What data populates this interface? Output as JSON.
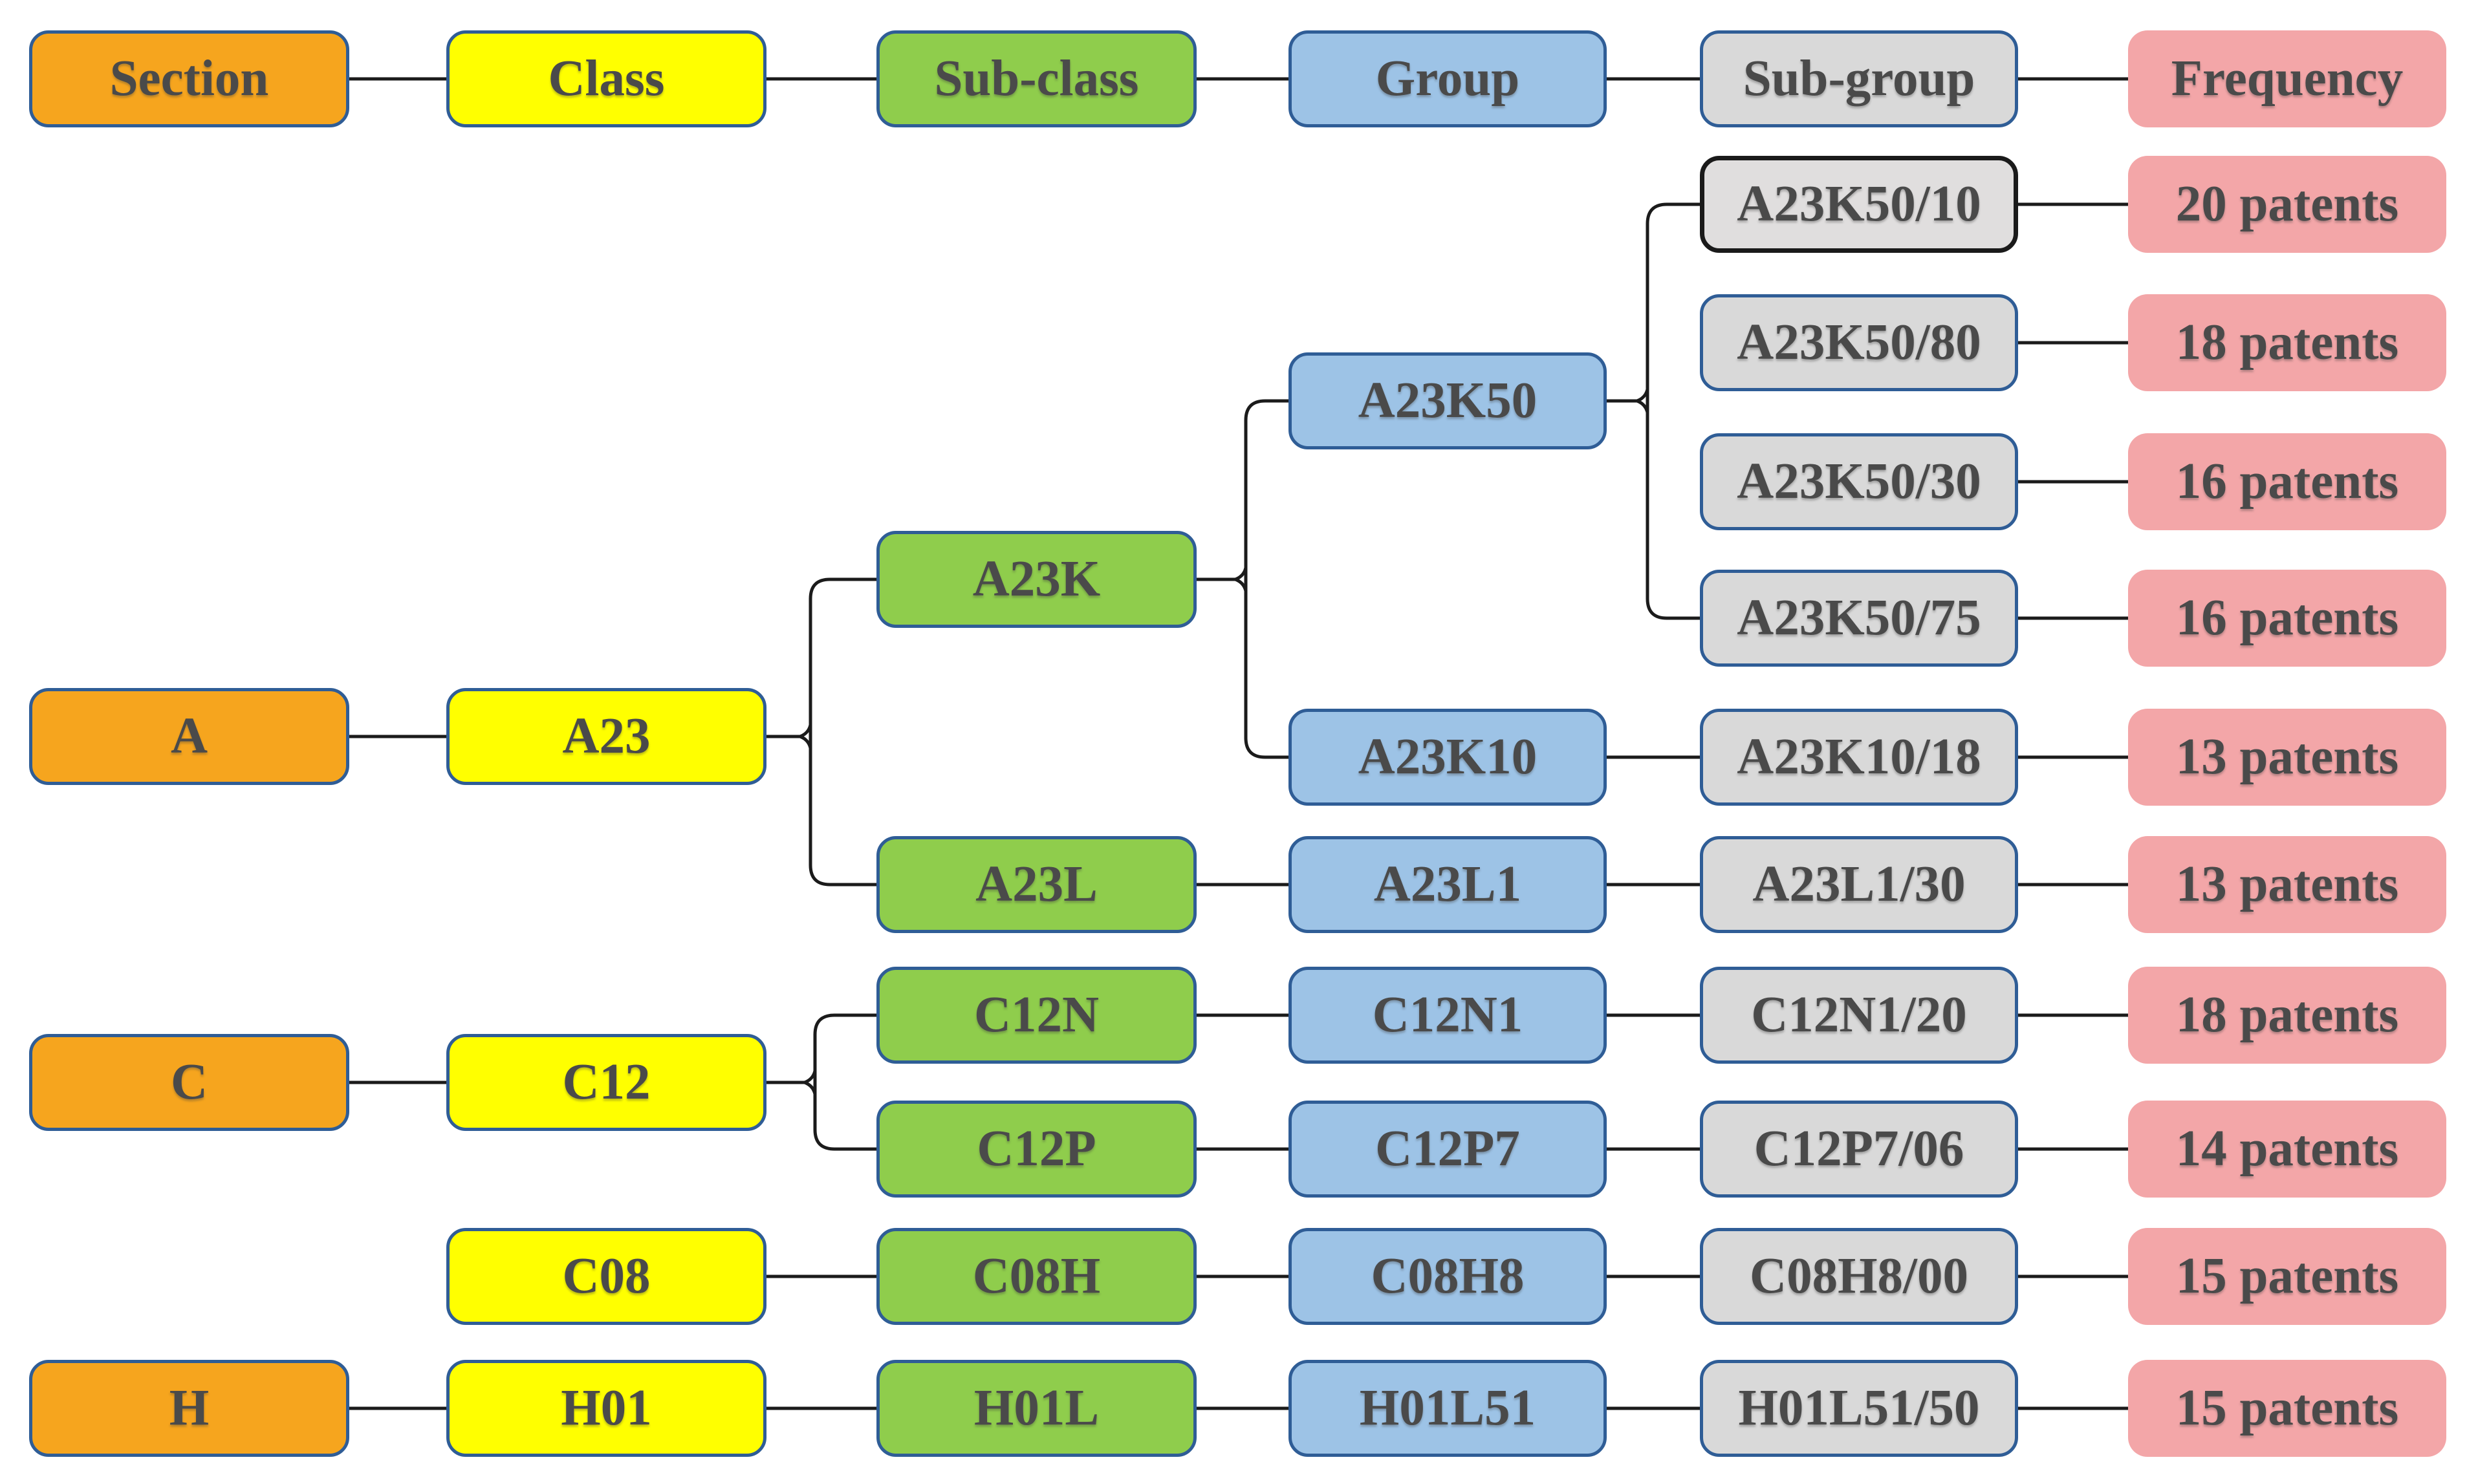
{
  "diagram": {
    "description": "IPC patent classification hierarchy with patent frequencies",
    "colors": {
      "section_fill": "#F6A51E",
      "class_fill": "#FFFF00",
      "subclass_fill": "#8FCD4C",
      "group_fill": "#9DC3E6",
      "subgroup_fill": "#D9D9D9",
      "frequency_fill": "#F3A6A8",
      "border_blue": "#2F5D96",
      "highlight_border_black": "#1A1A1A",
      "connector": "#1B1B1B",
      "text": "#4A4A4A"
    },
    "headers": {
      "section": "Section",
      "class": "Class",
      "subclass": "Sub-class",
      "group": "Group",
      "subgroup": "Sub-group",
      "frequency": "Frequency"
    },
    "nodes": {
      "a": {
        "label": "A"
      },
      "a23": {
        "label": "A23"
      },
      "a23k": {
        "label": "A23K"
      },
      "a23l": {
        "label": "A23L"
      },
      "a23k50": {
        "label": "A23K50"
      },
      "a23k10": {
        "label": "A23K10"
      },
      "a23l1": {
        "label": "A23L1"
      },
      "a23k50_10": {
        "label": "A23K50/10"
      },
      "a23k50_80": {
        "label": "A23K50/80"
      },
      "a23k50_30": {
        "label": "A23K50/30"
      },
      "a23k50_75": {
        "label": "A23K50/75"
      },
      "a23k10_18": {
        "label": "A23K10/18"
      },
      "a23l1_30": {
        "label": "A23L1/30"
      },
      "f_a23k50_10": {
        "label": "20 patents"
      },
      "f_a23k50_80": {
        "label": "18 patents"
      },
      "f_a23k50_30": {
        "label": "16 patents"
      },
      "f_a23k50_75": {
        "label": "16 patents"
      },
      "f_a23k10_18": {
        "label": "13 patents"
      },
      "f_a23l1_30": {
        "label": "13 patents"
      },
      "c": {
        "label": "C"
      },
      "c12": {
        "label": "C12"
      },
      "c12n": {
        "label": "C12N"
      },
      "c12p": {
        "label": "C12P"
      },
      "c12n1": {
        "label": "C12N1"
      },
      "c12p7": {
        "label": "C12P7"
      },
      "c12n1_20": {
        "label": "C12N1/20"
      },
      "c12p7_06": {
        "label": "C12P7/06"
      },
      "f_c12n1_20": {
        "label": "18 patents"
      },
      "f_c12p7_06": {
        "label": "14 patents"
      },
      "c08": {
        "label": "C08"
      },
      "c08h": {
        "label": "C08H"
      },
      "c08h8": {
        "label": "C08H8"
      },
      "c08h8_00": {
        "label": "C08H8/00"
      },
      "f_c08h8_00": {
        "label": "15 patents"
      },
      "h": {
        "label": "H"
      },
      "h01": {
        "label": "H01"
      },
      "h01l": {
        "label": "H01L"
      },
      "h01l51": {
        "label": "H01L51"
      },
      "h01l51_50": {
        "label": "H01L51/50"
      },
      "f_h01l51_50": {
        "label": "15 patents"
      }
    },
    "hierarchy": [
      {
        "section": "A",
        "classes": [
          {
            "code": "A23",
            "subclasses": [
              {
                "code": "A23K",
                "groups": [
                  {
                    "code": "A23K50",
                    "subgroups": [
                      {
                        "code": "A23K50/10",
                        "frequency": "20 patents"
                      },
                      {
                        "code": "A23K50/80",
                        "frequency": "18 patents"
                      },
                      {
                        "code": "A23K50/30",
                        "frequency": "16 patents"
                      },
                      {
                        "code": "A23K50/75",
                        "frequency": "16 patents"
                      }
                    ]
                  },
                  {
                    "code": "A23K10",
                    "subgroups": [
                      {
                        "code": "A23K10/18",
                        "frequency": "13 patents"
                      }
                    ]
                  }
                ]
              },
              {
                "code": "A23L",
                "groups": [
                  {
                    "code": "A23L1",
                    "subgroups": [
                      {
                        "code": "A23L1/30",
                        "frequency": "13 patents"
                      }
                    ]
                  }
                ]
              }
            ]
          }
        ]
      },
      {
        "section": "C",
        "classes": [
          {
            "code": "C12",
            "subclasses": [
              {
                "code": "C12N",
                "groups": [
                  {
                    "code": "C12N1",
                    "subgroups": [
                      {
                        "code": "C12N1/20",
                        "frequency": "18 patents"
                      }
                    ]
                  }
                ]
              },
              {
                "code": "C12P",
                "groups": [
                  {
                    "code": "C12P7",
                    "subgroups": [
                      {
                        "code": "C12P7/06",
                        "frequency": "14 patents"
                      }
                    ]
                  }
                ]
              }
            ]
          },
          {
            "code": "C08",
            "subclasses": [
              {
                "code": "C08H",
                "groups": [
                  {
                    "code": "C08H8",
                    "subgroups": [
                      {
                        "code": "C08H8/00",
                        "frequency": "15 patents"
                      }
                    ]
                  }
                ]
              }
            ]
          }
        ]
      },
      {
        "section": "H",
        "classes": [
          {
            "code": "H01",
            "subclasses": [
              {
                "code": "H01L",
                "groups": [
                  {
                    "code": "H01L51",
                    "subgroups": [
                      {
                        "code": "H01L51/50",
                        "frequency": "15 patents"
                      }
                    ]
                  }
                ]
              }
            ]
          }
        ]
      }
    ]
  }
}
